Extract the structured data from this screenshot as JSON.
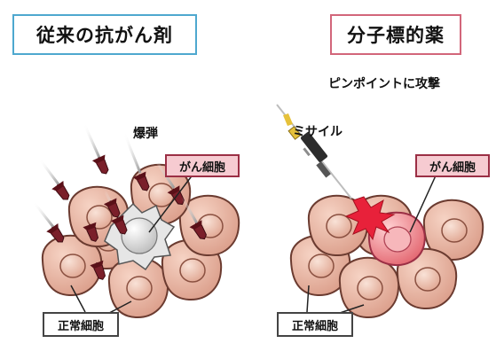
{
  "left_panel": {
    "title": "従来の抗がん剤",
    "bombs_label": "爆弾",
    "cancer_tag": "がん細胞",
    "normal_tag": "正常細胞"
  },
  "right_panel": {
    "title": "分子標的薬",
    "subtitle": "ピンポイントに攻撃",
    "missile_label": "ミサイル",
    "cancer_tag": "がん細胞",
    "normal_tag": "正常細胞"
  },
  "colors": {
    "left_title_border": "#4ea8cf",
    "right_title_border": "#d2667a",
    "normal_cell": "#e9b7a4",
    "cancer_cell": "#f08a8e",
    "bomb": "#7a1f2a",
    "burst": "#e8213a"
  }
}
